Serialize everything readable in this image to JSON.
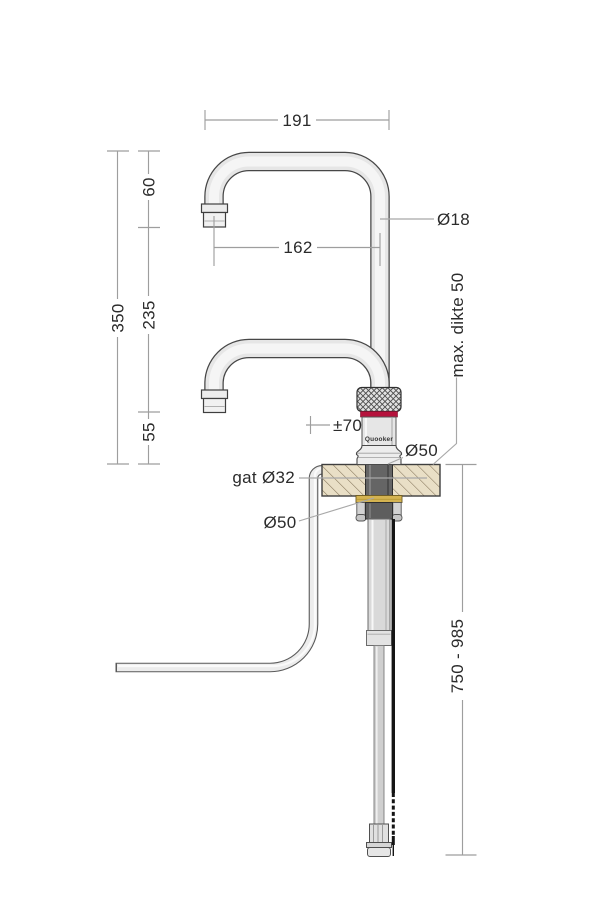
{
  "brand": {
    "logo_text": "Quooker"
  },
  "labels": {
    "width_191": "191",
    "reach_162": "162",
    "drop_60": "60",
    "height_350": "350",
    "span_235": "235",
    "clearance_55": "55",
    "dia_18": "Ø18",
    "max_thickness": "max. dikte 50",
    "adjust_70": "±70",
    "dia_50_base": "Ø50",
    "hole_32": "gat Ø32",
    "dia_50_washer": "Ø50",
    "hose_750_985": "750 - 985"
  },
  "colors": {
    "accent_red": "#b5123c",
    "brass": "#d4b351",
    "worktop": "#e9dfc6"
  }
}
